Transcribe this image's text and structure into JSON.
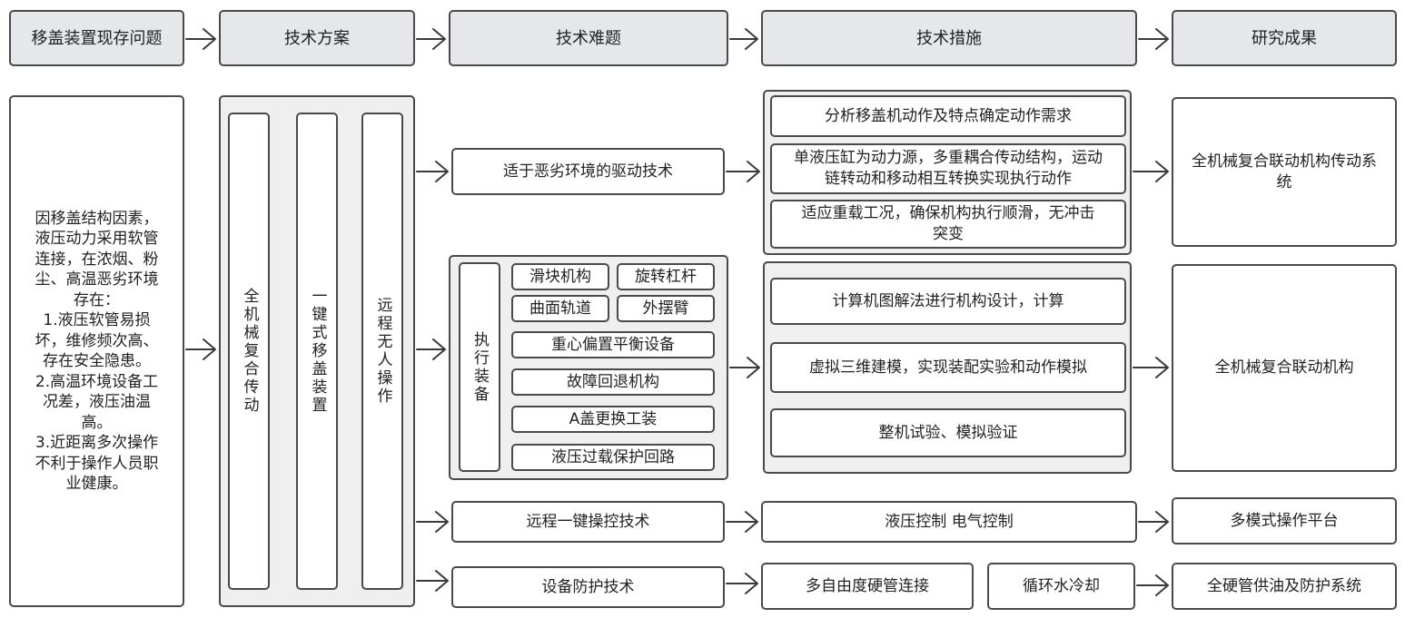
{
  "headers": [
    "移盖装置现存问题",
    "技术方案",
    "技术难题",
    "技术措施",
    "研究成果"
  ],
  "problem": {
    "lines": [
      "因移盖结构因素，",
      "液压动力采用软管",
      "连接，在浓烟、粉",
      "尘、高温恶劣环境",
      "存在：",
      "1.液压软管易损",
      "坏，维修频次高、",
      "存在安全隐患。",
      "2.高温环境设备工",
      "况差，液压油温",
      "高。",
      "3.近距离多次操作",
      "不利于操作人员职",
      "业健康。"
    ]
  },
  "scheme": [
    "全机械复合传动",
    "一键式移盖装置",
    "远程无人操作"
  ],
  "difficulties": {
    "drive": "适于恶劣环境的驱动技术",
    "equipment_label": "执行装备",
    "equipment_items": [
      "滑块机构",
      "旋转杠杆",
      "曲面轨道",
      "外摆臂",
      "重心偏置平衡设备",
      "故障回退机构",
      "A盖更换工装",
      "液压过载保护回路"
    ],
    "remote": "远程一键操控技术",
    "protection": "设备防护技术"
  },
  "measures": {
    "drive": [
      "分析移盖机动作及特点确定动作需求",
      "单液压缸为动力源，多重耦合传动结构，运动链转动和移动相互转换实现执行动作",
      "适应重载工况，确保机构执行顺滑，无冲击突变"
    ],
    "equipment": [
      "计算机图解法进行机构设计，计算",
      "虚拟三维建模，实现装配实验和动作模拟",
      "整机试验、模拟验证"
    ],
    "remote": "液压控制 电气控制",
    "protection": [
      "多自由度硬管连接",
      "循环水冷却"
    ]
  },
  "results": [
    "全机械复合联动机构传动系统",
    "全机械复合联动机构",
    "多模式操作平台",
    "全硬管供油及防护系统"
  ]
}
